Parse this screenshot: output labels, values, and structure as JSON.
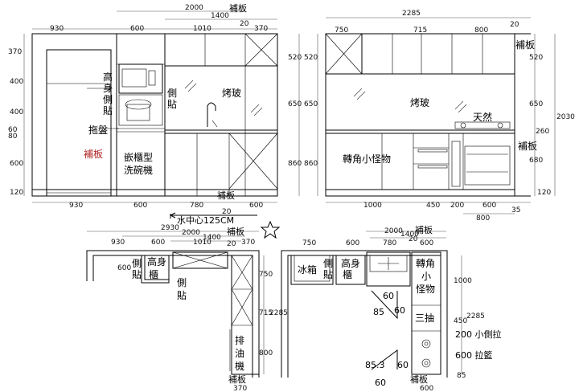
{
  "labels": {
    "tall_side_panel": "高身側貼",
    "tall_side_1": "高",
    "tall_side_2": "身",
    "tall_side_3": "側",
    "tall_side_4": "貼",
    "side_panel_a1": "側",
    "side_panel_a2": "貼",
    "glass_a": "烤玻",
    "glass_b": "烤玻",
    "mop_tray": "拖盤",
    "filler_red": "補板",
    "dishwasher_1": "嵌櫃型",
    "dishwasher_2": "洗碗機",
    "filler_top_a": "補板",
    "filler_top_b": "補板",
    "filler_bottom_a": "補板",
    "corner_monster": "轉角小怪物",
    "natural_gas": "天然",
    "water_center": "水中心125CM",
    "fridge": "冰箱",
    "tall_cab_1": "高身",
    "tall_cab_2": "櫃",
    "corner_1": "轉角",
    "corner_2": "小",
    "corner_3": "怪物",
    "three_drawer": "三抽",
    "hood_1": "排",
    "hood_2": "油",
    "hood_3": "機",
    "side_pull": "200 小側拉",
    "pull_basket": "600 拉籃",
    "tri_a": "60",
    "tri_b": "60",
    "tri_c": "85",
    "tri_d": "85.3",
    "tri_e": "60",
    "tri_f": "60"
  },
  "dims": {
    "e1_total": "2000",
    "e1_1400": "1400",
    "e1_20": "20",
    "e1_930": "930",
    "e1_600": "600",
    "e1_1010": "1010",
    "e1_370": "370",
    "e1_bot_930": "930",
    "e1_bot_600": "600",
    "e1_bot_780": "780",
    "e1_bot_600b": "600",
    "e1_bot_20": "20",
    "e1_l_370": "370",
    "e1_l_400a": "400",
    "e1_l_400b": "400",
    "e1_l_60": "60",
    "e1_l_80": "80",
    "e1_l_600": "600",
    "e1_l_120": "120",
    "e1_r_520": "520",
    "e1_r_650": "650",
    "e1_r_860": "860",
    "e2_total": "2285",
    "e2_750": "750",
    "e2_715": "715",
    "e2_800": "800",
    "e2_20": "20",
    "e2_l_520": "520",
    "e2_l_650": "650",
    "e2_l_860": "860",
    "e2_r_520": "520",
    "e2_r_650": "650",
    "e2_r_260": "260",
    "e2_r_680": "680",
    "e2_r_120": "120",
    "e2_r_2030": "2030",
    "e2_b_1000": "1000",
    "e2_b_450": "450",
    "e2_b_200": "200",
    "e2_b_600": "600",
    "e2_b_35": "35",
    "e2_b_800": "800",
    "p1_2930": "2930",
    "p1_2000": "2000",
    "p1_1400": "1400",
    "p1_930": "930",
    "p1_600": "600",
    "p1_1010": "1010",
    "p1_20": "20",
    "p1_370": "370",
    "p1_l_600": "600",
    "p1_r_750": "750",
    "p1_r_715": "715",
    "p1_r_800": "800",
    "p1_r_2285": "2285",
    "p1_b_370": "370",
    "p2_2000": "2000",
    "p2_1400": "1400",
    "p2_750": "750",
    "p2_600a": "600",
    "p2_780": "780",
    "p2_600b": "600",
    "p2_20": "20",
    "p2_r_1000": "1000",
    "p2_r_2285": "2285",
    "p2_r_450": "450",
    "p2_r_85": "85",
    "p2_b_600": "600"
  }
}
